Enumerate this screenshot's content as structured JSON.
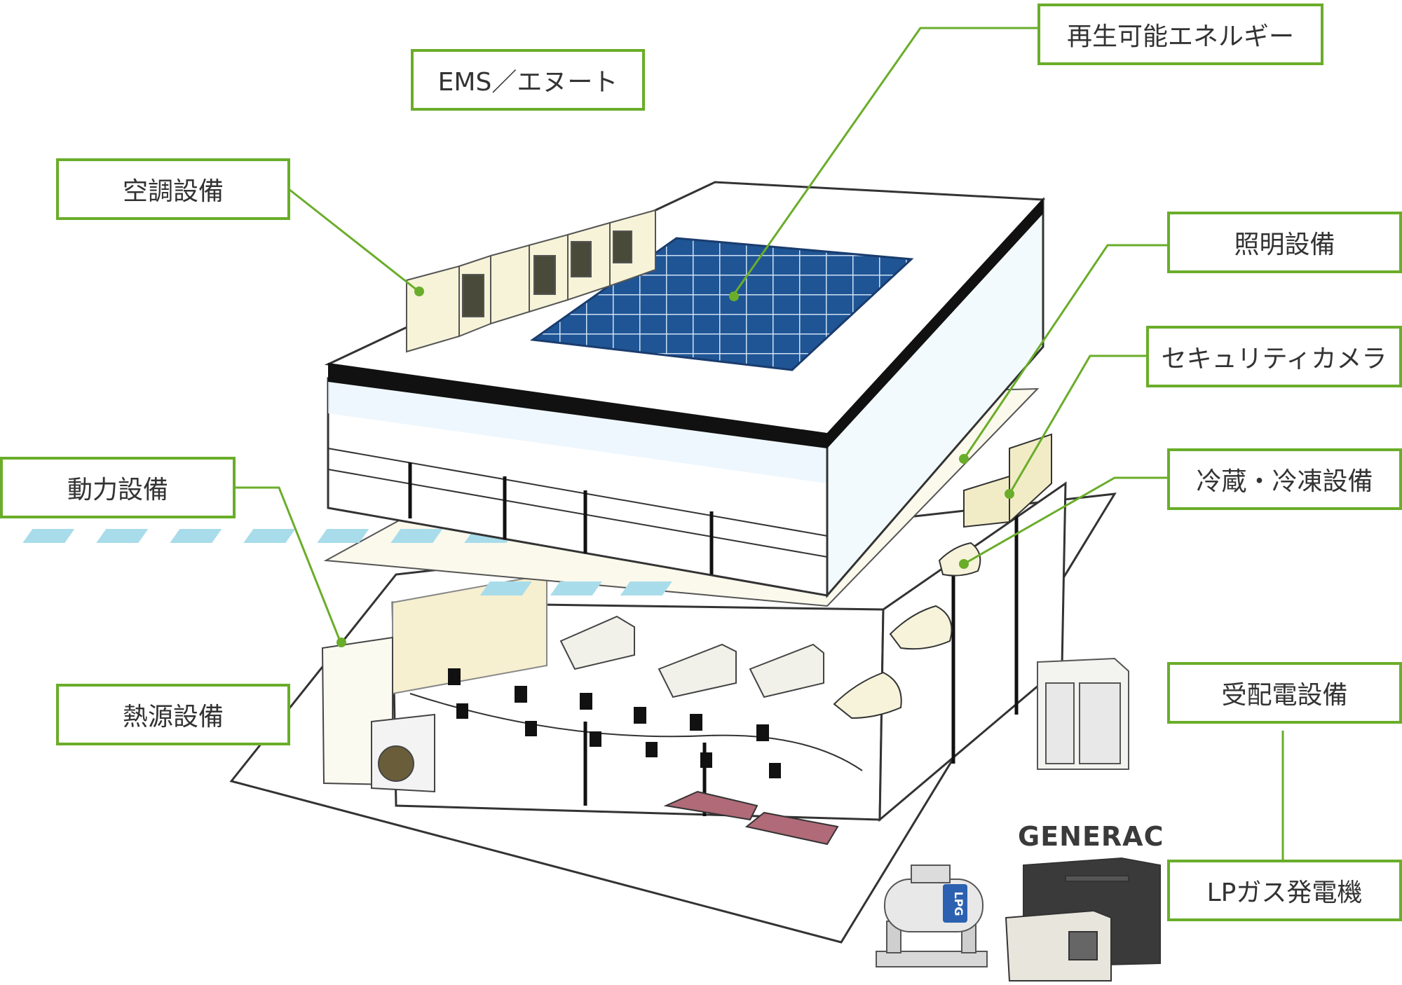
{
  "labels": {
    "ems": "EMS／エヌート",
    "renewable": "再生可能エネルギー",
    "air_conditioning": "空調設備",
    "lighting": "照明設備",
    "security_camera": "セキュリティカメラ",
    "power": "動力設備",
    "refrigeration": "冷蔵・冷凍設備",
    "heat_source": "熱源設備",
    "substation": "受配電設備",
    "lp_gas_generator": "LPガス発電機"
  },
  "brand": "GENERAC",
  "tank_label": "LPG",
  "colors": {
    "accent_green": "#6aad2a",
    "solar_blue": "#1d4f8c",
    "awning_red": "#b06a78",
    "unit_cream": "#f4f0d4"
  }
}
